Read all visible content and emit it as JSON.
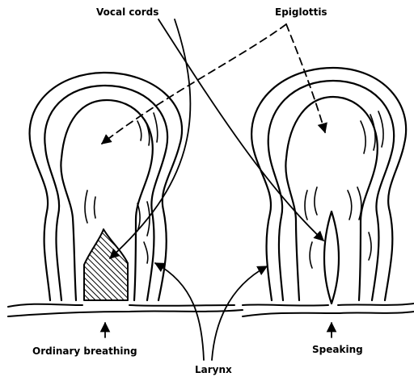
{
  "labels": {
    "vocal_cords": "Vocal cords",
    "epiglottis": "Epiglottis",
    "ordinary_breathing": "Ordinary breathing",
    "speaking": "Speaking",
    "larynx": "Larynx"
  },
  "colors": {
    "ink": "#000000",
    "background": "#ffffff"
  }
}
